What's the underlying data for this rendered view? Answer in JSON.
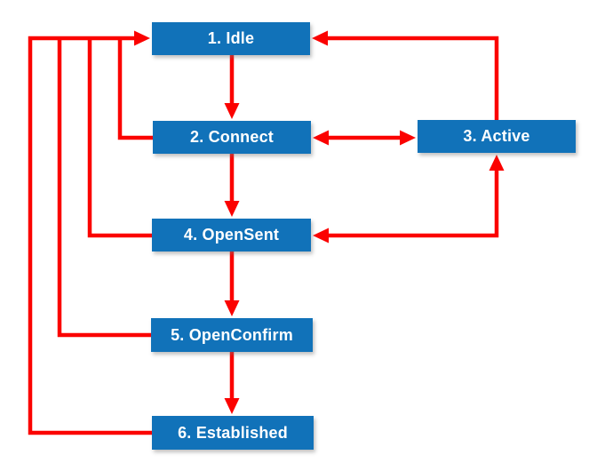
{
  "diagram": {
    "type": "state-machine",
    "description": "BGP finite state machine flow diagram",
    "colors": {
      "node_fill": "#1172b9",
      "node_text": "#ffffff",
      "arrow": "#fb0200",
      "background": "#ffffff"
    },
    "nodes": [
      {
        "id": "idle",
        "label": "1. Idle"
      },
      {
        "id": "connect",
        "label": "2. Connect"
      },
      {
        "id": "active",
        "label": "3. Active"
      },
      {
        "id": "opensent",
        "label": "4. OpenSent"
      },
      {
        "id": "openconfirm",
        "label": "5. OpenConfirm"
      },
      {
        "id": "established",
        "label": "6. Established"
      }
    ],
    "edges": [
      {
        "from": "idle",
        "to": "connect",
        "direction": "one-way"
      },
      {
        "from": "connect",
        "to": "opensent",
        "direction": "one-way"
      },
      {
        "from": "opensent",
        "to": "openconfirm",
        "direction": "one-way"
      },
      {
        "from": "openconfirm",
        "to": "established",
        "direction": "one-way"
      },
      {
        "from": "connect",
        "to": "active",
        "direction": "two-way"
      },
      {
        "from": "active",
        "to": "opensent",
        "direction": "two-way"
      },
      {
        "from": "active",
        "to": "idle",
        "direction": "one-way"
      },
      {
        "from": "connect",
        "to": "idle",
        "direction": "one-way"
      },
      {
        "from": "opensent",
        "to": "idle",
        "direction": "one-way"
      },
      {
        "from": "openconfirm",
        "to": "idle",
        "direction": "one-way"
      },
      {
        "from": "established",
        "to": "idle",
        "direction": "one-way"
      }
    ]
  }
}
